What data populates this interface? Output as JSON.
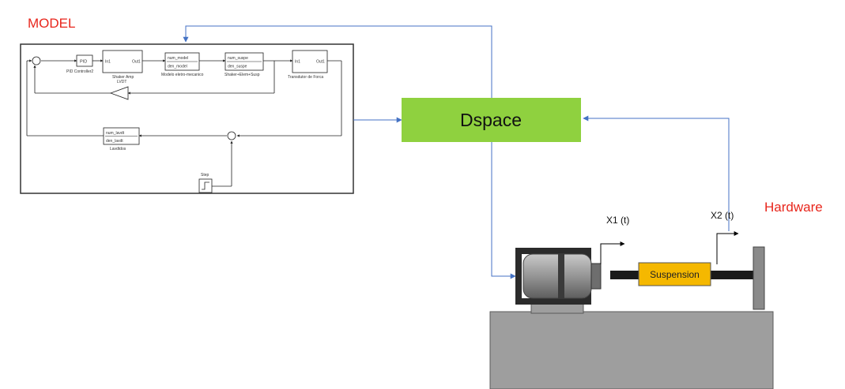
{
  "labels": {
    "model": "MODEL",
    "hardware": "Hardware",
    "dspace": "Dspace",
    "x1": "X1 (t)",
    "x2": "X2 (t)",
    "suspension": "Suspension"
  },
  "model_blocks": {
    "pid_inner": "PID",
    "pid_label": "PID Controller2",
    "shaker_in": "In1",
    "shaker_out": "Out1",
    "shaker_label_1": "Shaker Amp",
    "shaker_label_2": "LVDT",
    "elec_num": "num_model",
    "elec_den": "den_model",
    "elec_label": "Modelo eletro-mecanico",
    "susp_num": "num_suspe",
    "susp_den": "den_suspe",
    "susp_label": "Shaker+Elem+Susp",
    "trans_in": "In1",
    "trans_out": "Out1",
    "trans_label": "Transdutor de Forca",
    "lvdt_num": "num_lavdt",
    "lvdt_den": "den_lavdt",
    "lvdt_label": "Lavdtdos",
    "step_label": "Step"
  },
  "colors": {
    "signal_line": "#4472c4",
    "dspace_fill": "#8fd13f",
    "suspension_fill": "#f5b800",
    "base_fill": "#9e9e9e",
    "accent_red": "#e8261c"
  }
}
